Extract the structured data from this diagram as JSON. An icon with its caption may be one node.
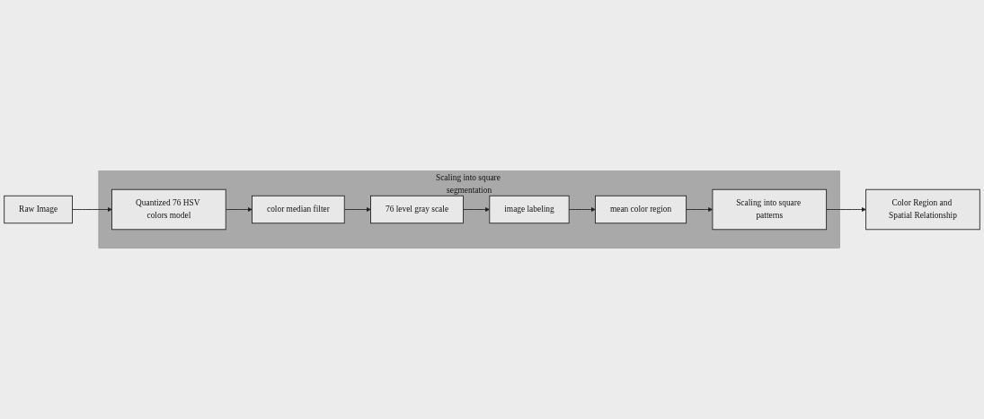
{
  "diagram": {
    "nodes": [
      {
        "text": [
          "Raw Image"
        ]
      },
      {
        "text": [
          "Scaling into square segmentation"
        ]
      },
      {
        "text": [
          "Quantized 76 HSV colors model"
        ],
        "in": 1
      },
      {
        "text": [
          "color median filter"
        ],
        "in": 1
      },
      {
        "text": [
          "76 level gray scale"
        ],
        "in": 1
      },
      {
        "text": [
          "image labeling"
        ],
        "in": 1
      },
      {
        "text": [
          "mean color region"
        ],
        "in": 1
      },
      {
        "text": [
          "Scaling into square patterns"
        ],
        "in": 1
      },
      {
        "text": [
          "Color Region and Spatial Relationship"
        ]
      }
    ],
    "edges": [
      {
        "from": 0,
        "to": 2,
        "arrow": "to"
      },
      {
        "from": 2,
        "to": 3,
        "arrow": "to"
      },
      {
        "from": 3,
        "to": 4,
        "arrow": "to"
      },
      {
        "from": 4,
        "to": 5,
        "arrow": "to"
      },
      {
        "from": 5,
        "to": 6,
        "arrow": "to"
      },
      {
        "from": 6,
        "to": 7,
        "arrow": "to"
      },
      {
        "from": 7,
        "to": 8,
        "arrow": "to"
      }
    ]
  }
}
